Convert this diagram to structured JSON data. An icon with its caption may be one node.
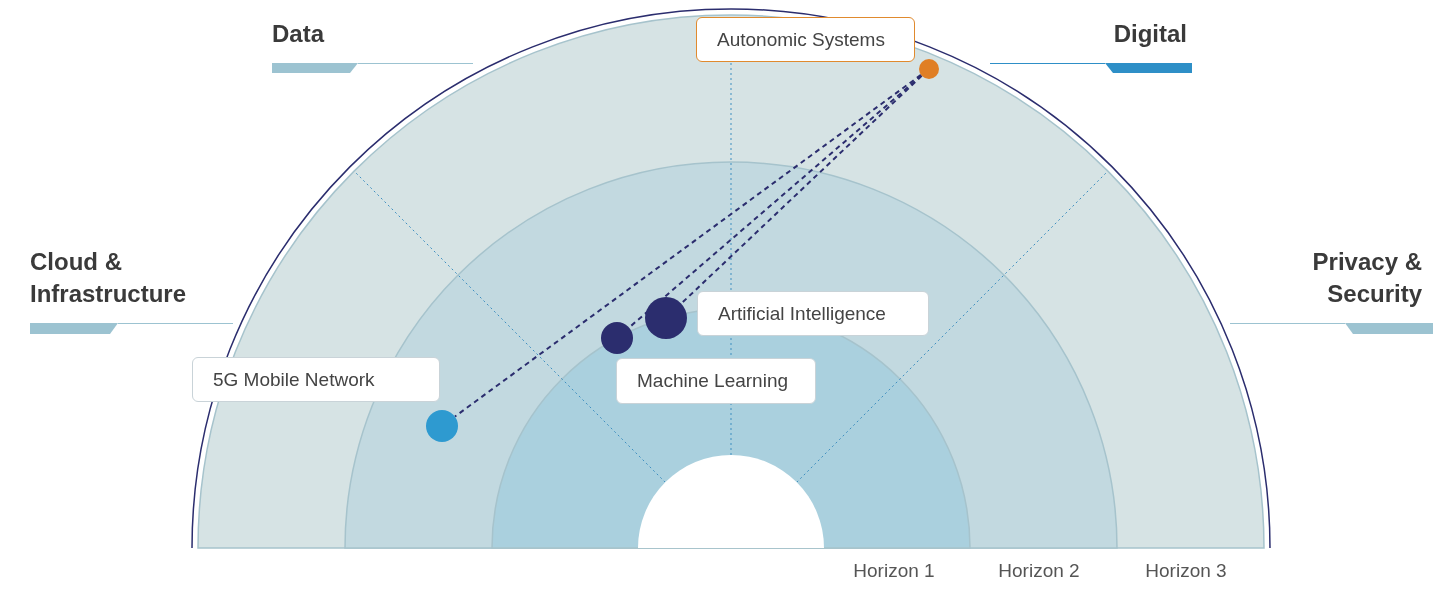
{
  "diagram": {
    "nodes": [
      {
        "text": [
          "Autonomic Systems"
        ]
      },
      {
        "text": [
          "Artificial Intelligence"
        ]
      },
      {
        "text": [
          "5G Mobile Network"
        ]
      },
      {
        "text": [
          "Machine Learning"
        ]
      },
      {
        "text": [],
        "shape": "circle"
      },
      {
        "text": [],
        "shape": "circle"
      },
      {
        "text": [],
        "shape": "circle"
      },
      {
        "text": [],
        "shape": "circle"
      }
    ],
    "edges": [
      {
        "from": 4,
        "to": 5,
        "arrow": "none",
        "style": "dashed"
      },
      {
        "from": 4,
        "to": 6,
        "arrow": "none",
        "style": "dashed"
      },
      {
        "from": 4,
        "to": 7,
        "arrow": "none",
        "style": "dashed"
      }
    ],
    "labels": [
      "Data",
      "Digital",
      "Cloud & Infrastructure",
      "Privacy & Security",
      "Horizon 1",
      "Horizon 2",
      "Horizon 3"
    ]
  }
}
